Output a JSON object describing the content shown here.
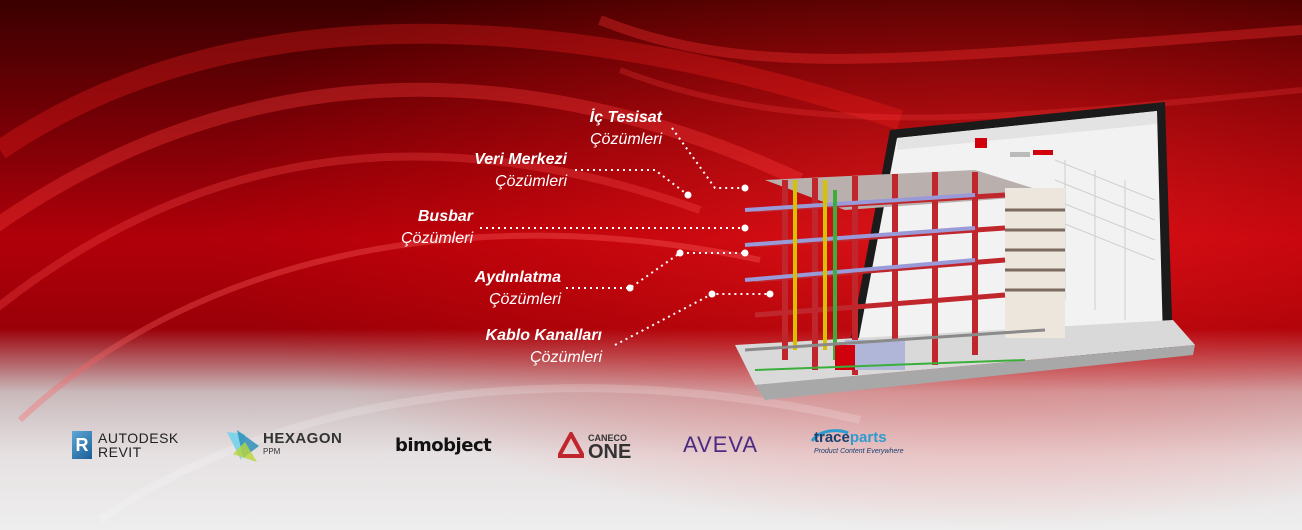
{
  "callouts": [
    {
      "title": "İç Tesisat",
      "subtitle": "Çözümleri"
    },
    {
      "title": "Veri Merkezi",
      "subtitle": "Çözümleri"
    },
    {
      "title": "Busbar",
      "subtitle": "Çözümleri"
    },
    {
      "title": "Aydınlatma",
      "subtitle": "Çözümleri"
    },
    {
      "title": "Kablo Kanalları",
      "subtitle": "Çözümleri"
    }
  ],
  "logos": {
    "autodesk": {
      "line1": "AUTODESK",
      "line2": "REVIT",
      "mark": "R"
    },
    "hexagon": {
      "name": "HEXAGON",
      "sub": "PPM"
    },
    "bimobject": {
      "name": "bimobject"
    },
    "caneco": {
      "top": "CANECO",
      "bottom": "ONE"
    },
    "aveva": {
      "name": "AVEVA"
    },
    "traceparts": {
      "trace": "trace",
      "parts": "parts",
      "tagline": "Product Content Everywhere"
    }
  },
  "colors": {
    "accent": "#d0000c",
    "background_dark": "#3a0000",
    "background_light": "#eeeeee"
  }
}
